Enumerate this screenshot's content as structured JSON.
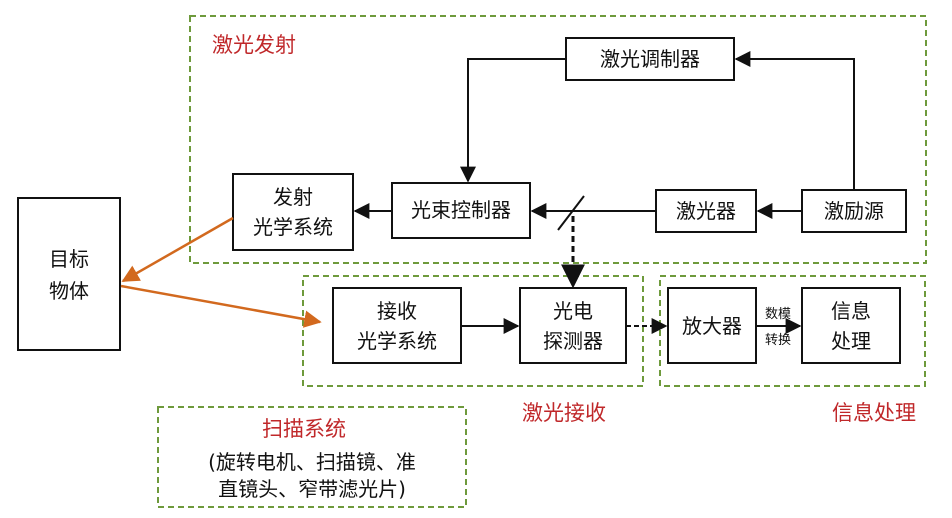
{
  "groups": {
    "laser_emission": "激光发射",
    "laser_receive": "激光接收",
    "info_processing": "信息处理",
    "scan_system": "扫描系统"
  },
  "boxes": {
    "target": [
      "目标",
      "物体"
    ],
    "emit_optics": [
      "发射",
      "光学系统"
    ],
    "beam_controller": "光束控制器",
    "laser": "激光器",
    "pump_source": "激励源",
    "modulator": "激光调制器",
    "receive_optics": [
      "接收",
      "光学系统"
    ],
    "photodetector": [
      "光电",
      "探测器"
    ],
    "amplifier": "放大器",
    "info_process": [
      "信息",
      "处理"
    ]
  },
  "ad_conversion": [
    "数模",
    "转换"
  ],
  "scan_components": [
    "(旋转电机、扫描镜、准",
    "直镜头、窄带滤光片)"
  ],
  "colors": {
    "group_border": "#6e9a3c",
    "group_label": "#c0282a",
    "orange_arrow": "#d2691e",
    "line": "#111111"
  }
}
